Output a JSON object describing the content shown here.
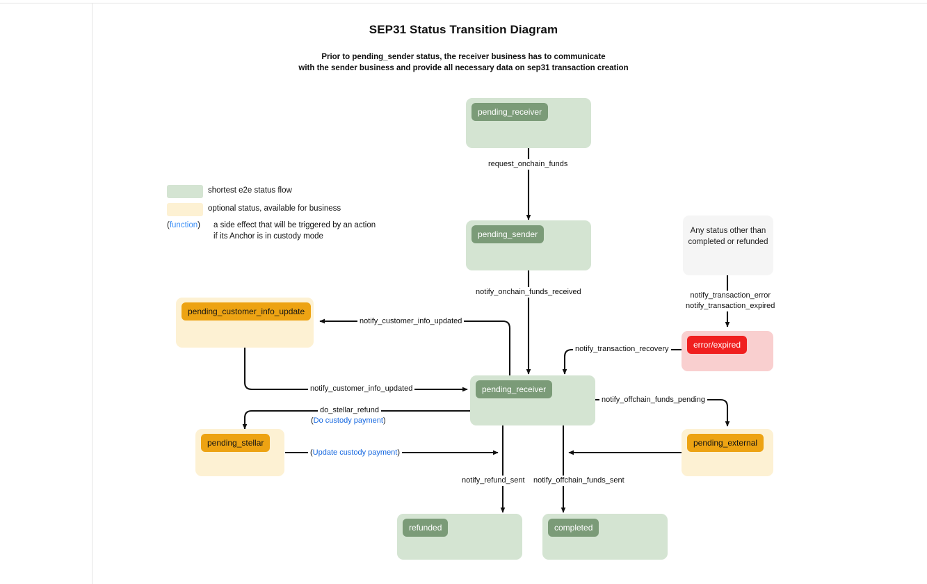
{
  "header": {
    "title": "SEP31 Status Transition Diagram",
    "subtitle_line1": "Prior to pending_sender status, the receiver business has to communicate",
    "subtitle_line2": "with the sender business and provide all necessary data on sep31 transaction creation"
  },
  "legend": {
    "items": [
      {
        "swatch_color": "#d4e4d2",
        "label": "shortest e2e status flow"
      },
      {
        "swatch_color": "#fdf1d3",
        "label": "optional status, available for business"
      }
    ],
    "function_note": {
      "open_paren": "(",
      "keyword": "function",
      "close_paren": ")",
      "line1": "a side effect that will be triggered by an action",
      "line2": "if its Anchor is in custody mode"
    }
  },
  "nodes": [
    {
      "id": "pending_receiver_top",
      "label": "pending_receiver",
      "kind": "green"
    },
    {
      "id": "pending_sender",
      "label": "pending_sender",
      "kind": "green"
    },
    {
      "id": "any_status",
      "label": "Any status other than\ncompleted or refunded",
      "kind": "gray",
      "line1": "Any status other than",
      "line2": "completed or refunded"
    },
    {
      "id": "error_expired",
      "label": "error/expired",
      "kind": "red"
    },
    {
      "id": "pending_customer_info_update",
      "label": "pending_customer_info_update",
      "kind": "orange"
    },
    {
      "id": "pending_receiver_hub",
      "label": "pending_receiver",
      "kind": "green"
    },
    {
      "id": "pending_stellar",
      "label": "pending_stellar",
      "kind": "orange"
    },
    {
      "id": "pending_external",
      "label": "pending_external",
      "kind": "orange"
    },
    {
      "id": "refunded",
      "label": "refunded",
      "kind": "green"
    },
    {
      "id": "completed",
      "label": "completed",
      "kind": "green"
    }
  ],
  "edges": [
    {
      "id": "e1",
      "label": "request_onchain_funds"
    },
    {
      "id": "e2",
      "label": "notify_onchain_funds_received"
    },
    {
      "id": "e3",
      "label_line1": "notify_transaction_error",
      "label_line2": "notify_transaction_expired"
    },
    {
      "id": "e4",
      "label": "notify_transaction_recovery"
    },
    {
      "id": "e5",
      "label": "notify_customer_info_updated"
    },
    {
      "id": "e6",
      "label": "notify_customer_info_updated"
    },
    {
      "id": "e7",
      "label": "do_stellar_refund",
      "sublabel": "Do custody payment"
    },
    {
      "id": "e8",
      "sublabel": "Update custody payment"
    },
    {
      "id": "e9",
      "label": "notify_offchain_funds_pending"
    },
    {
      "id": "e10",
      "label": "notify_refund_sent"
    },
    {
      "id": "e11",
      "label": "notify_offchain_funds_sent"
    }
  ],
  "colors": {
    "green_box": "#d4e4d2",
    "green_pill": "#7b9b78",
    "cream_box": "#fdf1d3",
    "orange_pill": "#eda313",
    "pink_box": "#f9cfcf",
    "red_pill": "#f01f1f",
    "gray_box": "#f5f5f5",
    "function_blue": "#3a8ef6",
    "edge_stroke": "#111111"
  }
}
